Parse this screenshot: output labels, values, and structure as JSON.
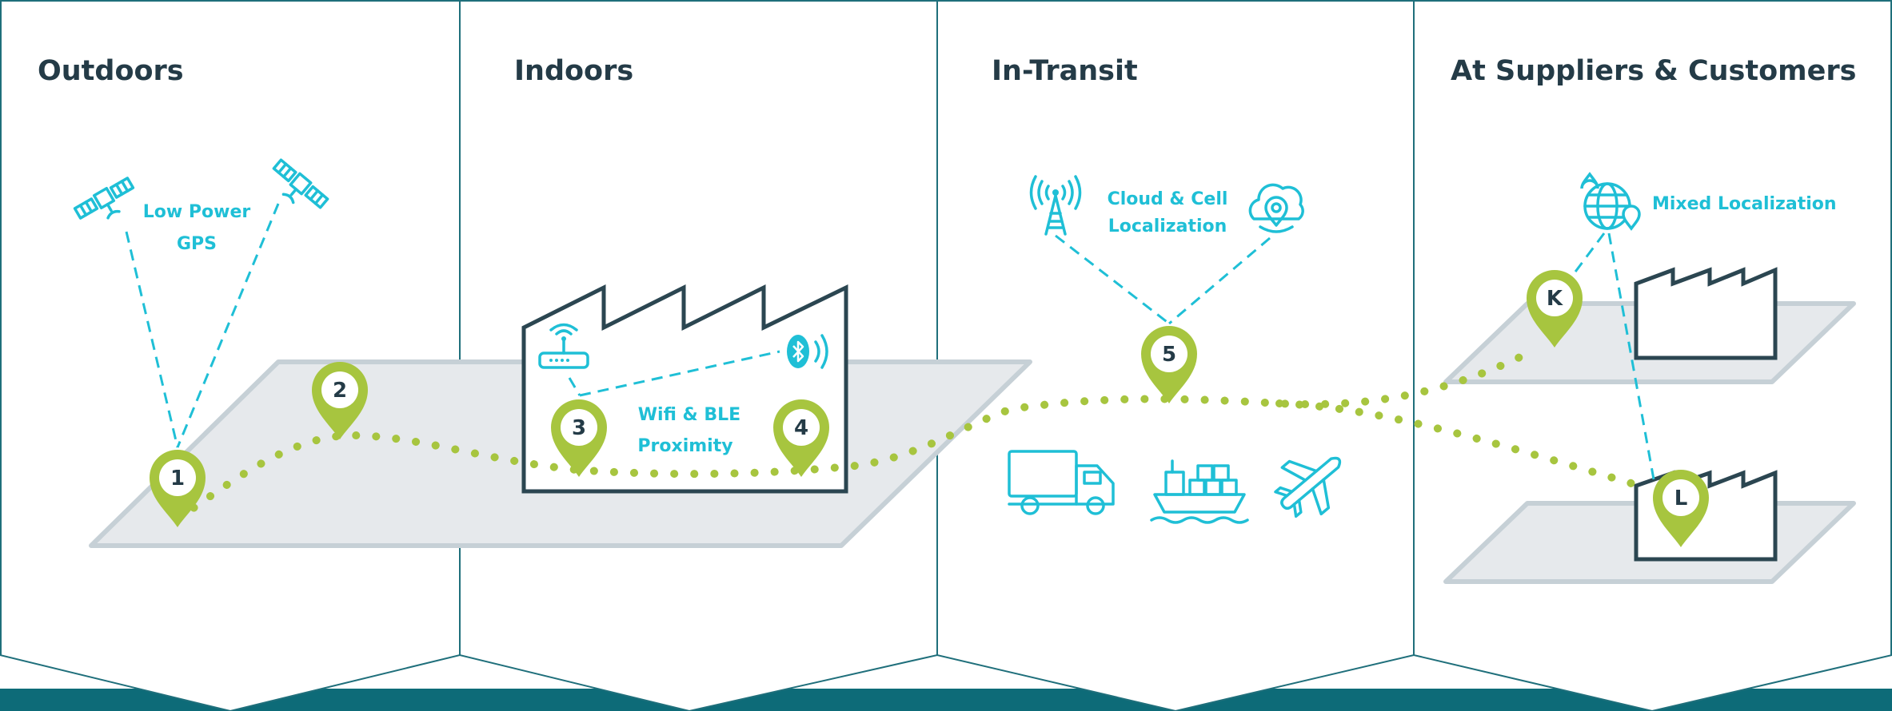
{
  "sections": [
    {
      "id": "outdoors",
      "title": "Outdoors"
    },
    {
      "id": "indoors",
      "title": "Indoors"
    },
    {
      "id": "in-transit",
      "title": "In-Transit"
    },
    {
      "id": "suppliers",
      "title": "At Suppliers & Customers"
    }
  ],
  "labels": {
    "gps": [
      "Low Power",
      "GPS"
    ],
    "wifi": [
      "Wifi & BLE",
      "Proximity"
    ],
    "cloud": [
      "Cloud & Cell",
      "Localization"
    ],
    "mixed": "Mixed Localization"
  },
  "pins": [
    "1",
    "2",
    "3",
    "4",
    "5",
    "K",
    "L"
  ],
  "icons": [
    "satellite-icon",
    "satellite-icon",
    "wifi-router-icon",
    "bluetooth-icon",
    "cell-tower-icon",
    "cloud-location-icon",
    "truck-icon",
    "cargo-ship-icon",
    "airplane-icon",
    "globe-location-icon"
  ],
  "colors": {
    "accent_cyan": "#1fbfd6",
    "pin_green": "#a7c53f",
    "dark_text": "#243b47",
    "border_teal": "#1f6f7b",
    "floor_gray": "#e6e9ec"
  }
}
